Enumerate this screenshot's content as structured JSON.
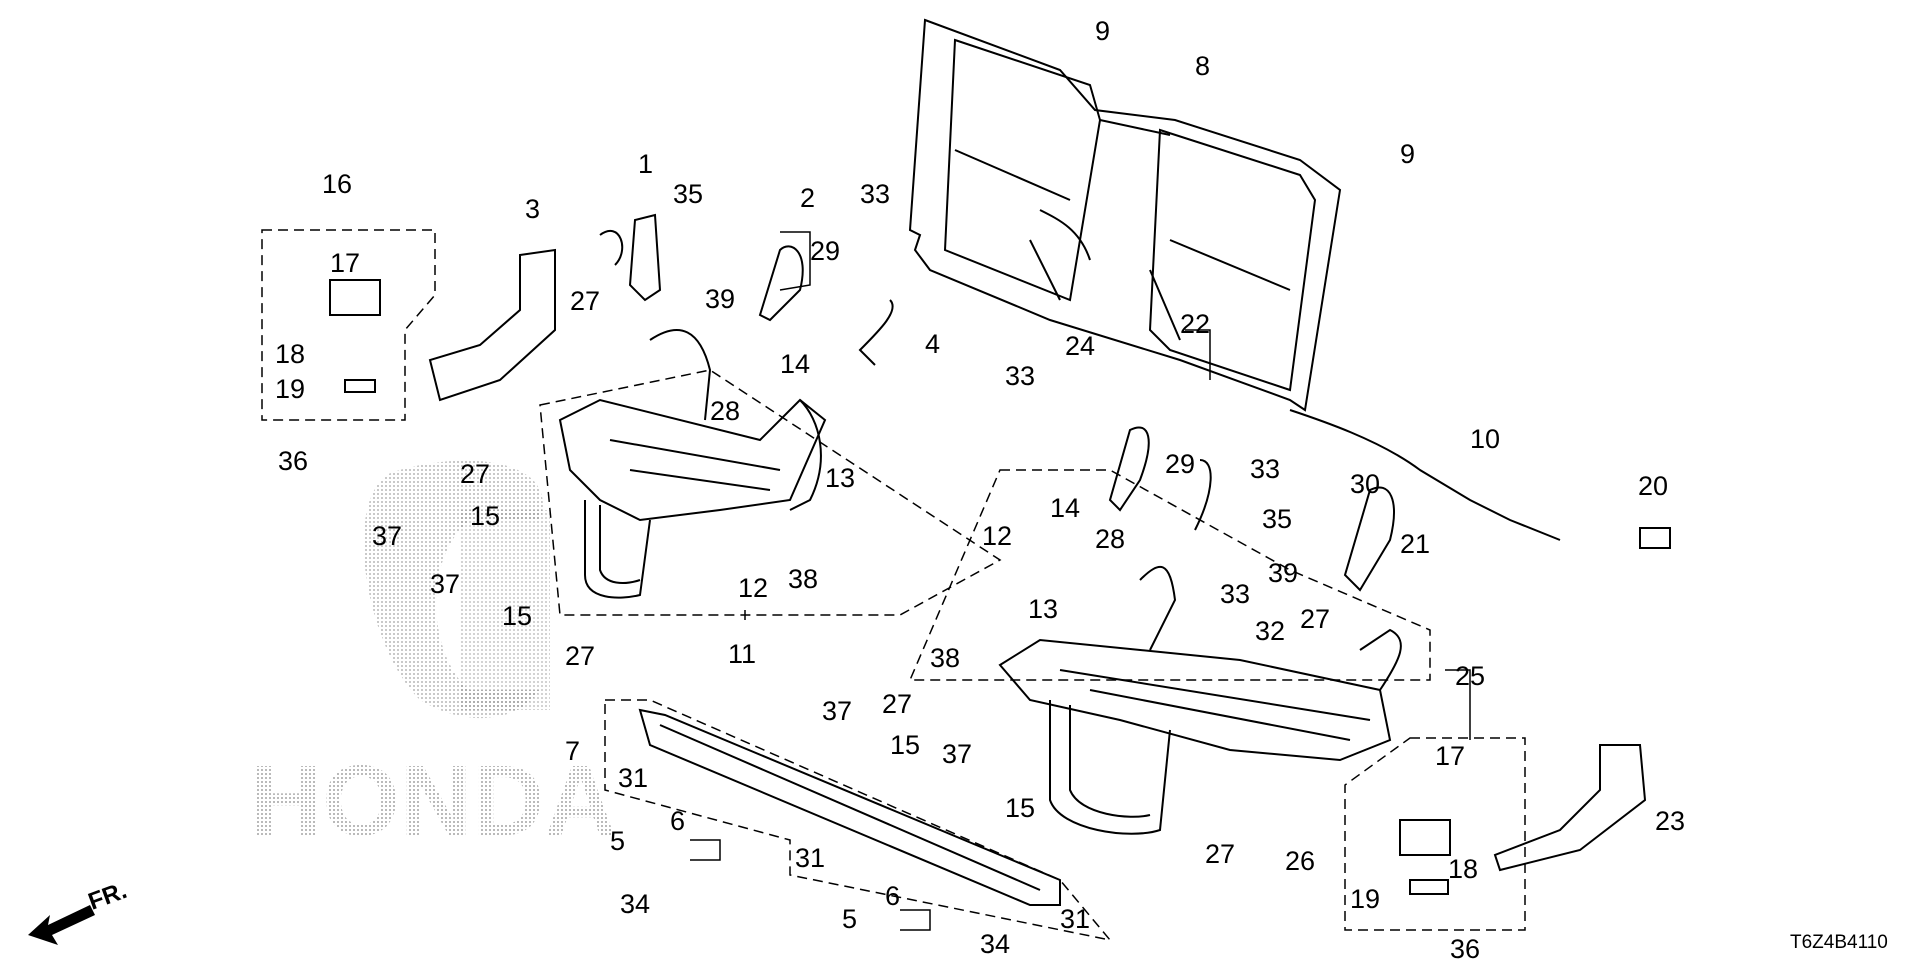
{
  "diagram": {
    "part_code": "T6Z4B4110",
    "front_label": "FR.",
    "watermark": "HONDA",
    "callouts": [
      "1",
      "2",
      "3",
      "4",
      "5",
      "5",
      "6",
      "6",
      "7",
      "8",
      "9",
      "9",
      "10",
      "11",
      "12",
      "12",
      "13",
      "13",
      "14",
      "14",
      "15",
      "15",
      "15",
      "15",
      "16",
      "17",
      "17",
      "18",
      "18",
      "19",
      "19",
      "20",
      "21",
      "22",
      "23",
      "24",
      "25",
      "26",
      "27",
      "27",
      "27",
      "27",
      "27",
      "27",
      "28",
      "28",
      "29",
      "29",
      "30",
      "31",
      "31",
      "31",
      "32",
      "33",
      "33",
      "33",
      "33",
      "34",
      "34",
      "35",
      "35",
      "36",
      "36",
      "37",
      "37",
      "37",
      "37",
      "38",
      "38",
      "39",
      "39"
    ]
  }
}
